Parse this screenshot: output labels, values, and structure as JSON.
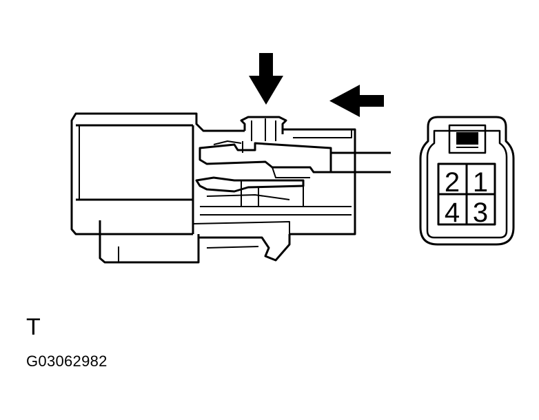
{
  "connector_face": {
    "pins": [
      "2",
      "1",
      "4",
      "3"
    ]
  },
  "marker_text": "T",
  "figure_code": "G03062982"
}
